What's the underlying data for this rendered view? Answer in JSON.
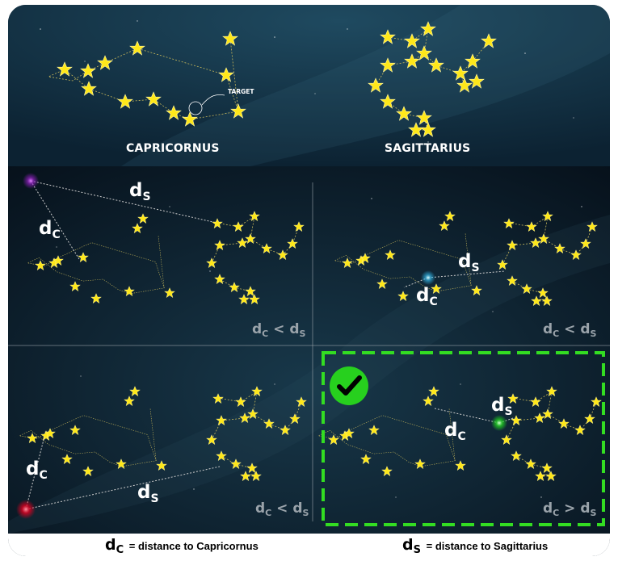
{
  "top_panel": {
    "capricornus_label": "CAPRICORNUS",
    "sagittarius_label": "SAGITTARIUS",
    "target_label": "TARGET"
  },
  "symbols": {
    "d": "d",
    "c": "C",
    "s": "S",
    "lt": "<",
    "gt": ">"
  },
  "legend": {
    "dc_text": "= distance to Capricornus",
    "ds_text": "= distance to Sagittarius"
  },
  "panels": [
    {
      "id": "top-left",
      "comparison": "<",
      "selected": false
    },
    {
      "id": "top-right",
      "comparison": "<",
      "selected": false
    },
    {
      "id": "bottom-left",
      "comparison": "<",
      "selected": false
    },
    {
      "id": "bottom-right",
      "comparison": ">",
      "selected": true
    }
  ],
  "colors": {
    "sky": "#0e2838",
    "star": "#ffe81a",
    "target_purple": "#b030e0",
    "target_cyan": "#40c8f0",
    "target_red": "#ff1030",
    "target_green": "#30e030",
    "selection_border": "#33dd22",
    "check_badge": "#27d01e"
  },
  "icons": [
    "check-icon",
    "star-icon"
  ]
}
